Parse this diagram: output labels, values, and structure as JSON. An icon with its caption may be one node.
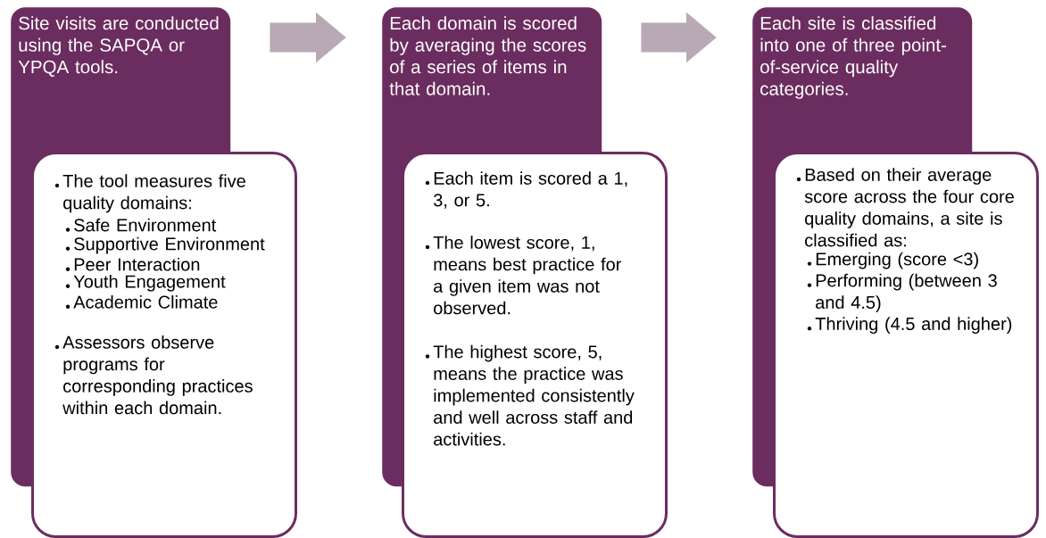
{
  "diagram": {
    "nodes": [
      {
        "text": [
          "Site visits are conducted using the SAPQA or YPQA tools."
        ]
      },
      {
        "text": [
          "The tool measures five quality domains:",
          "Safe Environment",
          "Supportive Environment",
          "Peer Interaction",
          "Youth Engagement",
          "Academic Climate",
          "Assessors observe programs for corresponding practices within each domain."
        ]
      },
      {
        "text": [
          "Each domain is scored by averaging the scores of a series of items in that domain."
        ]
      },
      {
        "text": [
          "Each item is scored a 1, 3, or 5.",
          "The lowest score, 1, means best practice for a given item was not observed.",
          "The highest score, 5, means the practice was implemented consistently and well across staff and activities."
        ]
      },
      {
        "text": [
          "Each site is classified into one of three point-of-service quality categories."
        ]
      },
      {
        "text": [
          "Based on their average score across the four core quality domains, a site is classified as:",
          "Emerging (score <3)",
          "Performing (between 3 and 4.5)",
          "Thriving (4.5 and higher)"
        ]
      }
    ],
    "edges": [
      {
        "from": 0,
        "to": 2,
        "arrow": "to"
      },
      {
        "from": 2,
        "to": 4,
        "arrow": "to"
      }
    ]
  }
}
